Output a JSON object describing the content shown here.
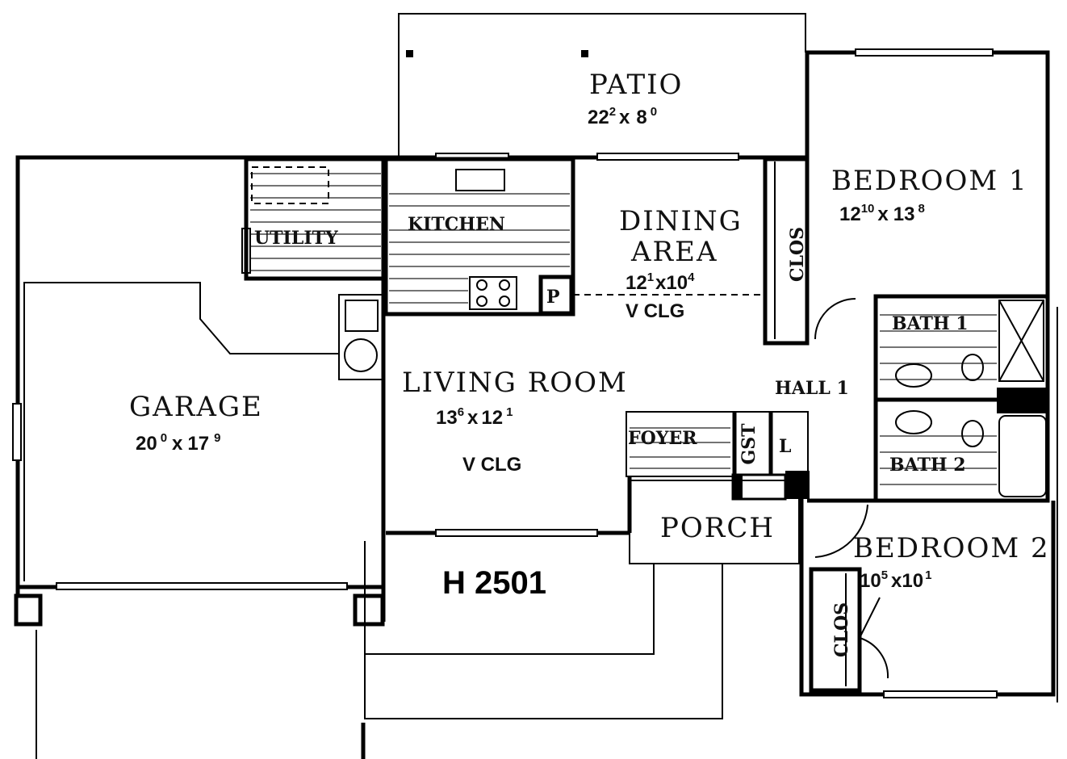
{
  "plan": {
    "code": "H 2501",
    "rooms": {
      "patio": {
        "name": "PATIO",
        "w": "22",
        "wi": "2",
        "x": "x",
        "d": "8",
        "di": "0"
      },
      "bedroom1": {
        "name": "BEDROOM 1",
        "w": "12",
        "wi": "10",
        "x": "x",
        "d": "13",
        "di": "8"
      },
      "dining": {
        "name1": "DINING",
        "name2": "AREA",
        "w": "12",
        "wi": "1",
        "x": "x",
        "d": "10",
        "di": "4",
        "ceiling": "V CLG"
      },
      "kitchen": {
        "name": "KITCHEN"
      },
      "utility": {
        "name": "UTILITY"
      },
      "pantry": {
        "name": "P"
      },
      "living": {
        "name": "LIVING ROOM",
        "w": "13",
        "wi": "6",
        "x": "x",
        "d": "12",
        "di": "1",
        "ceiling": "V CLG"
      },
      "garage": {
        "name": "GARAGE",
        "w": "20",
        "wi": "0",
        "x": "x",
        "d": "17",
        "di": "9"
      },
      "closet1": {
        "name": "CLOS"
      },
      "hall": {
        "name": "HALL 1"
      },
      "bath1": {
        "name": "BATH 1"
      },
      "bath2": {
        "name": "BATH 2"
      },
      "foyer": {
        "name": "FOYER"
      },
      "guest": {
        "name": "GST"
      },
      "linen": {
        "name": "L"
      },
      "porch": {
        "name": "PORCH"
      },
      "bedroom2": {
        "name": "BEDROOM 2",
        "w": "10",
        "wi": "5",
        "x": "x",
        "d": "10",
        "di": "1"
      },
      "closet2": {
        "name": "CLOS"
      }
    }
  }
}
